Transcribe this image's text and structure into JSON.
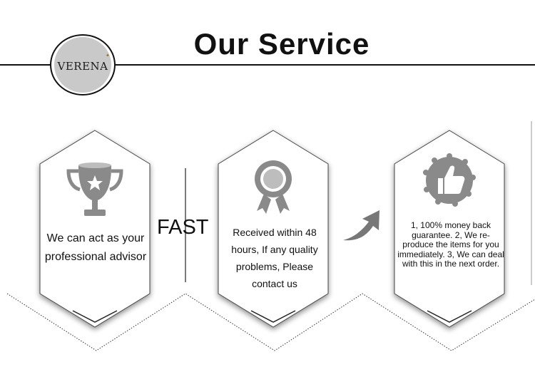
{
  "header": {
    "title": "Our Service",
    "logo_text": "VERENA"
  },
  "cards": [
    {
      "icon": "trophy-icon",
      "text": "We can act as your professional advisor"
    },
    {
      "icon": "ribbon-icon",
      "text": "Received within 48 hours, If any quality problems, Please contact us"
    },
    {
      "icon": "thumbs-up-icon",
      "text": "1, 100% money back guarantee. 2, We re-produce the items for you immediately. 3, We can deal with this in the next order."
    }
  ],
  "fast_label": "FAST",
  "colors": {
    "icon_gray": "#888888",
    "badge_gray": "#c9c9c9",
    "line_dark": "#111111"
  }
}
